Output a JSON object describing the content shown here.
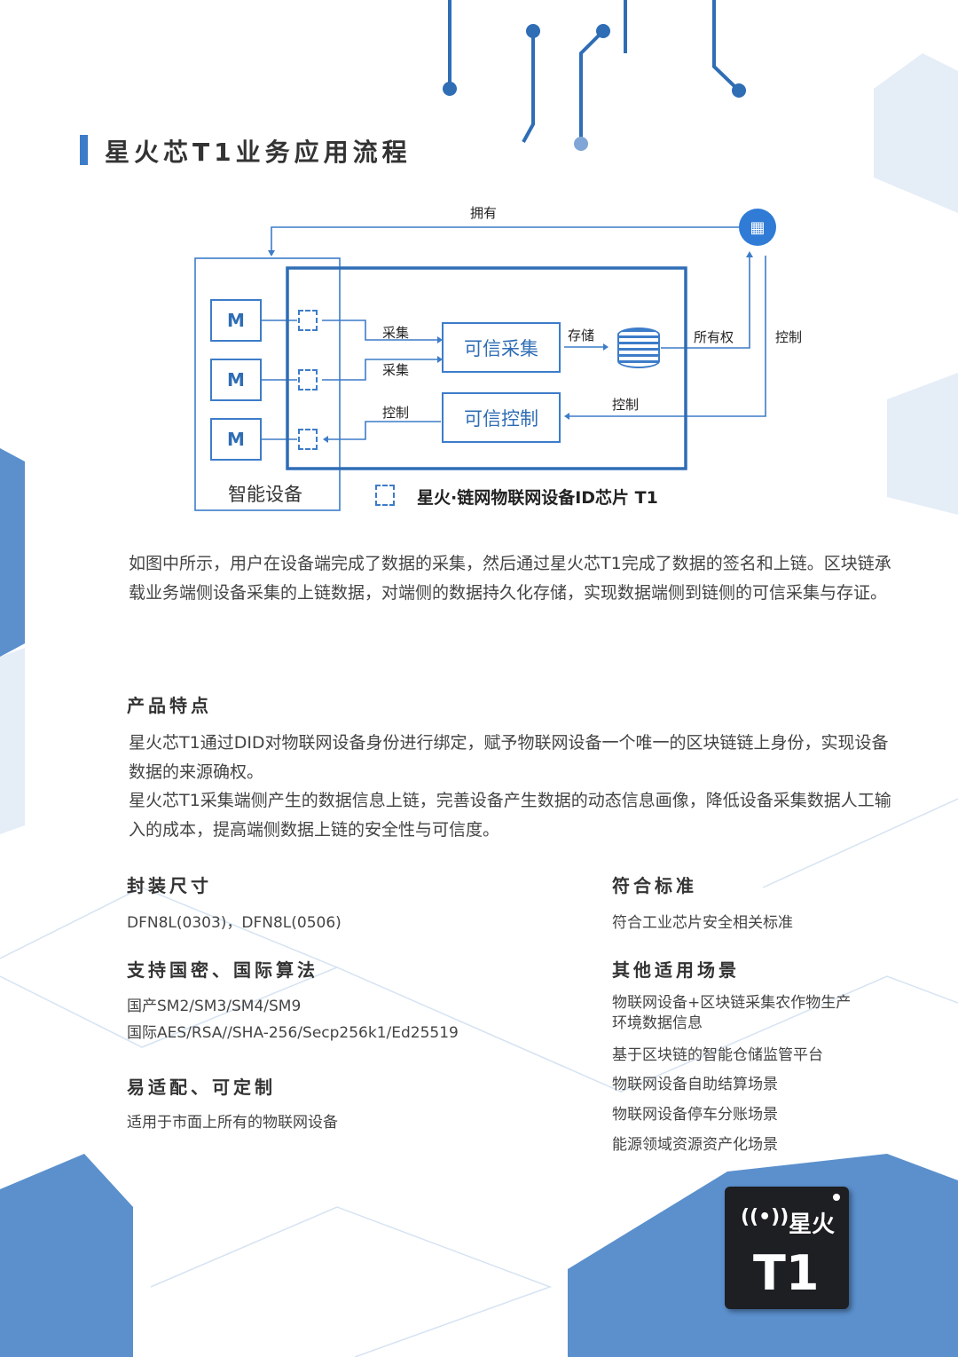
{
  "title": "星火芯T1业务应用流程",
  "diagram": {
    "own": "拥有",
    "m": "M",
    "collect": "采集",
    "control": "控制",
    "store": "存储",
    "ownership": "所有权",
    "trusted_collect": "可信采集",
    "trusted_control": "可信控制",
    "smart_device": "智能设备",
    "legend": "星火·链网物联网设备ID芯片 T1"
  },
  "intro": "如图中所示，用户在设备端完成了数据的采集，然后通过星火芯T1完成了数据的签名和上链。区块链承载业务端侧设备采集的上链数据，对端侧的数据持久化存储，实现数据端侧到链侧的可信采集与存证。",
  "features": {
    "heading": "产品特点",
    "p1": "星火芯T1通过DID对物联网设备身份进行绑定，赋予物联网设备一个唯一的区块链链上身份，实现设备数据的来源确权。",
    "p2": "星火芯T1采集端侧产生的数据信息上链，完善设备产生数据的动态信息画像，降低设备采集数据人工输入的成本，提高端侧数据上链的安全性与可信度。"
  },
  "package": {
    "heading": "封装尺寸",
    "value": "DFN8L(0303)，DFN8L(0506)"
  },
  "standard": {
    "heading": "符合标准",
    "value": "符合工业芯片安全相关标准"
  },
  "algo": {
    "heading": "支持国密、国际算法",
    "l1": "国产SM2/SM3/SM4/SM9",
    "l2": "国际AES/RSA//SHA-256/Secp256k1/Ed25519"
  },
  "adapt": {
    "heading": "易适配、可定制",
    "value": "适用于市面上所有的物联网设备"
  },
  "scenes": {
    "heading": "其他适用场景",
    "items": [
      "物联网设备+区块链采集农作物生产环境数据信息",
      "基于区块链的智能仓储监管平台",
      "物联网设备自助结算场景",
      "物联网设备停车分账场景",
      "能源领域资源资产化场景"
    ]
  },
  "logo": {
    "brand": "星火",
    "model": "T1"
  }
}
